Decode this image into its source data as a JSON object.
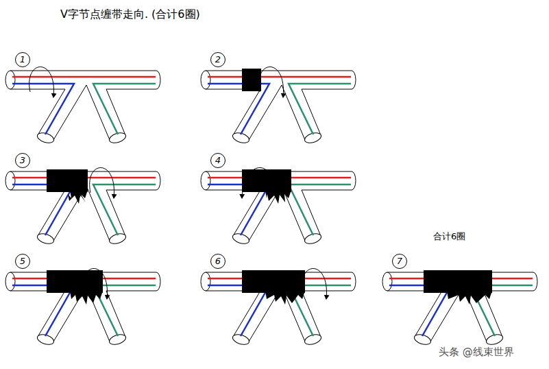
{
  "diagram": {
    "title": "V字节点缠带走向. (合计6圈)",
    "labels": [
      "1",
      "2",
      "3",
      "4",
      "5",
      "6",
      "7",
      "合计6圈",
      "头条 @线束世界"
    ]
  }
}
